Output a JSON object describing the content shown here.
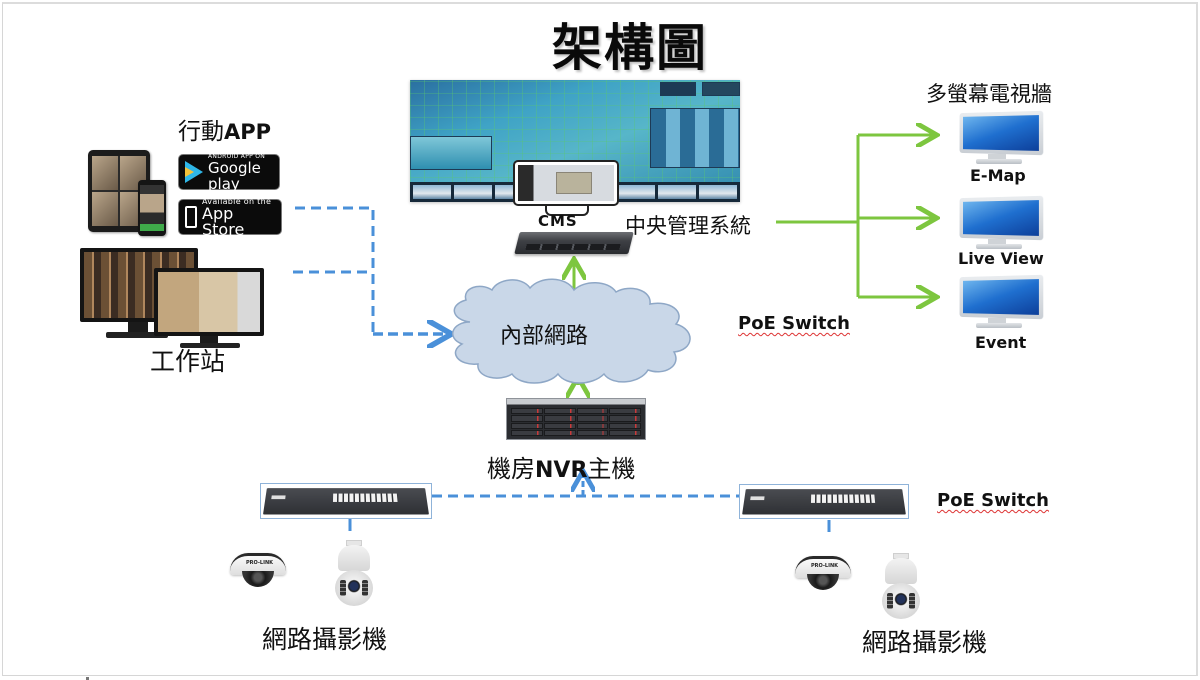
{
  "title": "架構圖",
  "colors": {
    "lan_link": "#4a90d9",
    "cms_link": "#7dc63f",
    "background": "#ffffff",
    "text": "#111111"
  },
  "nodes": {
    "mobile_app": {
      "label_cn": "行動",
      "label_en": "APP",
      "google_play": {
        "small": "ANDROID APP ON",
        "big": "Google play"
      },
      "app_store": {
        "small": "Available on the",
        "big": "App Store"
      }
    },
    "workstation": {
      "label": "工作站"
    },
    "video_wall": {
      "cms_badge": "CMS"
    },
    "cms": {
      "label": "中央管理系統"
    },
    "intranet": {
      "label": "內部網路"
    },
    "nvr": {
      "label_pre": "機房",
      "label_en": "NVR",
      "label_post": "主機"
    },
    "display_wall": {
      "title": "多螢幕電視牆",
      "displays": [
        {
          "label": "E-Map"
        },
        {
          "label": "Live View"
        },
        {
          "label": "Event"
        }
      ]
    },
    "poe_switch_labels": [
      "PoE Switch",
      "PoE Switch"
    ],
    "cameras": {
      "left": {
        "label": "網路攝影機",
        "dome_logo": "PRO-LINK"
      },
      "right": {
        "label": "網路攝影機",
        "dome_logo": "PRO-LINK"
      }
    }
  },
  "edges": [
    {
      "from": "mobile_app",
      "to": "intranet",
      "style": "dashed",
      "color": "lan_link"
    },
    {
      "from": "workstation",
      "to": "intranet",
      "style": "dashed",
      "color": "lan_link"
    },
    {
      "from": "intranet",
      "to": "cms",
      "style": "solid",
      "color": "cms_link"
    },
    {
      "from": "nvr",
      "to": "intranet",
      "style": "solid",
      "color": "cms_link"
    },
    {
      "from": "cms",
      "to": "display_emap",
      "style": "solid",
      "color": "cms_link"
    },
    {
      "from": "cms",
      "to": "display_liveview",
      "style": "solid",
      "color": "cms_link"
    },
    {
      "from": "cms",
      "to": "display_event",
      "style": "solid",
      "color": "cms_link"
    },
    {
      "from": "poe_switch_left",
      "to": "nvr",
      "style": "dashed",
      "color": "lan_link"
    },
    {
      "from": "poe_switch_right",
      "to": "nvr",
      "style": "dashed",
      "color": "lan_link"
    },
    {
      "from": "cameras_left",
      "to": "poe_switch_left",
      "style": "dashed",
      "color": "lan_link"
    },
    {
      "from": "cameras_right",
      "to": "poe_switch_right",
      "style": "dashed",
      "color": "lan_link"
    }
  ]
}
